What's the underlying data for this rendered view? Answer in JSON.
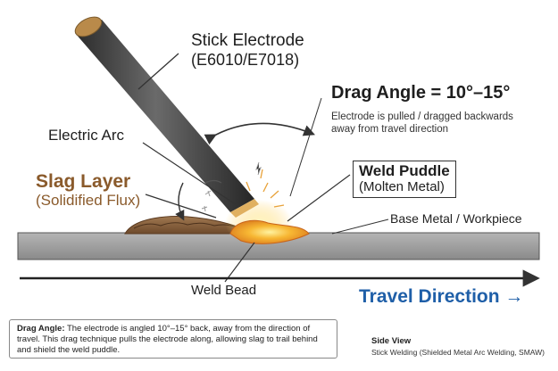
{
  "labels": {
    "electrode_title": "Stick Electrode",
    "electrode_sub": "(E6010/E7018)",
    "drag_title": "Drag Angle = 10°–15°",
    "drag_desc": "Electrode is pulled / dragged backwards away from travel direction",
    "arc": "Electric Arc",
    "slag_title": "Slag Layer",
    "slag_sub": "(Solidified Flux)",
    "puddle_title": "Weld Puddle",
    "puddle_sub": "(Molten Metal)",
    "base_metal": "Base Metal / Workpiece",
    "weld_bead": "Weld Bead",
    "travel": "Travel Direction →"
  },
  "info": {
    "lead": "Drag Angle:",
    "text": " The electrode is angled 10°–15° back, away from the direction of travel. This drag technique pulls the electrode along, allowing slag to trail behind and shield the weld puddle."
  },
  "footer": {
    "title": "Side View",
    "subtitle": "Stick Welding (Shielded Metal Arc Welding, SMAW)"
  },
  "colors": {
    "slag_text": "#8a5a2b",
    "travel_text": "#1f5fa8",
    "puddle": "#f5a623",
    "base_metal": "#9a9a9a"
  }
}
